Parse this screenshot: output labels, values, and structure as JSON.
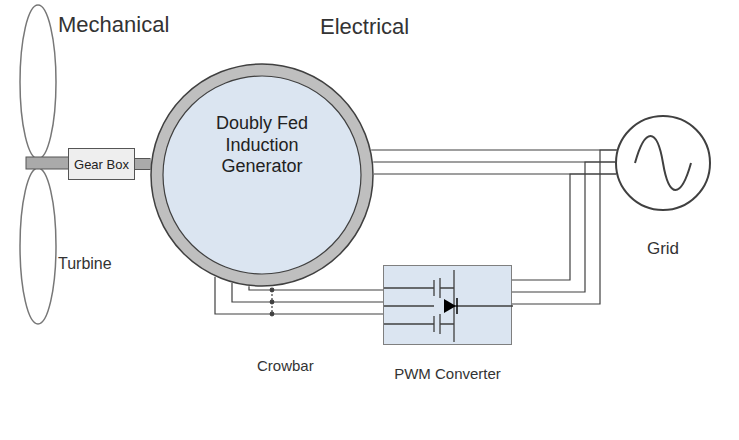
{
  "diagram": {
    "nodes": [
      {
        "text": [
          "Gear Box"
        ]
      },
      {
        "text": [
          "Doubly Fed Induction Generator"
        ]
      },
      {
        "text": [
          "Grid"
        ]
      },
      {
        "text": [
          "PWM Converter"
        ]
      }
    ],
    "edges": [
      {
        "from": 0,
        "to": 1,
        "arrow": "none"
      },
      {
        "from": 1,
        "to": 2,
        "arrow": "none"
      },
      {
        "from": 1,
        "to": 3,
        "arrow": "none"
      },
      {
        "from": 3,
        "to": 2,
        "arrow": "none"
      }
    ],
    "labels": [
      "Mechanical",
      "Electrical",
      "Turbine",
      "Crowbar"
    ]
  }
}
